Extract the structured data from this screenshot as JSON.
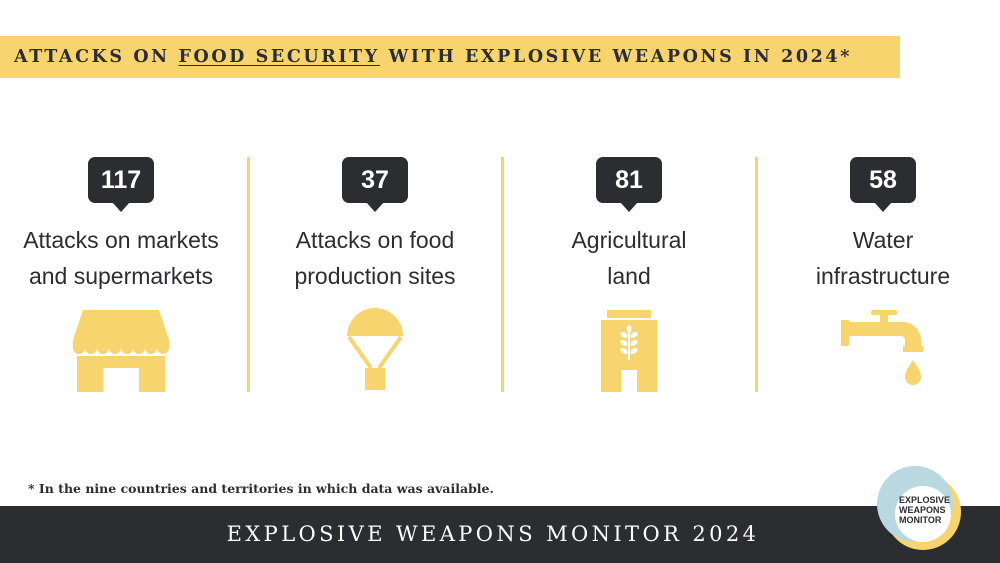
{
  "title": {
    "before": "ATTACKS ON ",
    "highlight": "FOOD SECURITY",
    "after": " WITH EXPLOSIVE WEAPONS IN 2024*"
  },
  "stats": [
    {
      "value": "117",
      "label": "Attacks on markets\nand supermarkets",
      "icon": "market-stall-icon"
    },
    {
      "value": "37",
      "label": "Attacks on food\nproduction sites",
      "icon": "airdrop-parachute-icon"
    },
    {
      "value": "81",
      "label": "Agricultural\nland",
      "icon": "grain-silo-icon"
    },
    {
      "value": "58",
      "label": "Water\ninfrastructure",
      "icon": "water-tap-icon"
    }
  ],
  "footnote": "* In the nine countries and territories in which data was available.",
  "footer": {
    "text": "EXPLOSIVE WEAPONS MONITOR 2024"
  },
  "logo": {
    "line1": "EXPLOSIVE",
    "line2": "WEAPONS",
    "line3": "MONITOR"
  },
  "colors": {
    "accent": "#f8d46e",
    "dark": "#2b2d30",
    "logo_blue": "#b9d8df"
  }
}
